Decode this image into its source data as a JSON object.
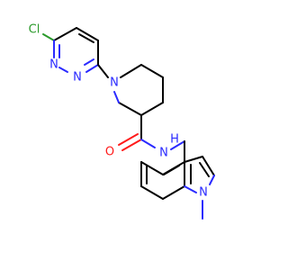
{
  "structure": {
    "atoms": {
      "cl": {
        "label": "Cl",
        "color": "#2a9a2a"
      },
      "n_pyr_1": {
        "label": "N",
        "color": "#2a2aff"
      },
      "n_pyr_2": {
        "label": "N",
        "color": "#2a2aff"
      },
      "n_pip": {
        "label": "N",
        "color": "#2a2aff"
      },
      "o_amide": {
        "label": "O",
        "color": "#ff1a1a"
      },
      "n_amide": {
        "label": "N",
        "color": "#2a2aff"
      },
      "h_amide": {
        "label": "H",
        "color": "#2a2aff"
      },
      "n_indole": {
        "label": "N",
        "color": "#2a2aff"
      }
    }
  }
}
